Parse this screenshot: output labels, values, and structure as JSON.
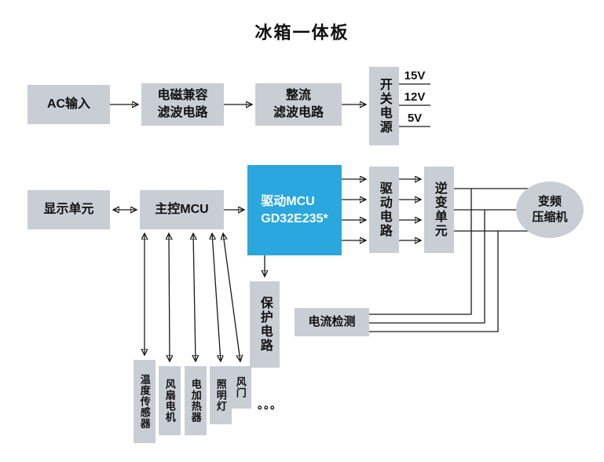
{
  "title": "冰箱一体板",
  "colors": {
    "box_gray": "#c9ced5",
    "box_blue": "#29a7de",
    "line": "#1a1a1a",
    "background": "#ffffff"
  },
  "top_row": {
    "ac_input": "AC输入",
    "emc_filter": {
      "line1": "电磁兼容",
      "line2": "滤波电路"
    },
    "rectifier": {
      "line1": "整流",
      "line2": "滤波电路"
    },
    "smps": "开关电源",
    "rails": [
      "15V",
      "12V",
      "5V"
    ]
  },
  "middle_row": {
    "display_unit": "显示单元",
    "main_mcu": "主控MCU",
    "drive_mcu": {
      "line1": "驱动MCU",
      "line2": "GD32E235*"
    },
    "drive_circuit": "驱动电路",
    "inverter_unit": "逆变单元",
    "compressor": {
      "line1": "变频",
      "line2": "压缩机"
    }
  },
  "protection": "保护电路",
  "current_detect": "电流检测",
  "bottom_row": {
    "temp_sensor": "温度传感器",
    "fan_motor": "风扇电机",
    "heater": "电加热器",
    "lamp": "照明灯",
    "damper": "风门",
    "ellipsis": "。。。"
  }
}
